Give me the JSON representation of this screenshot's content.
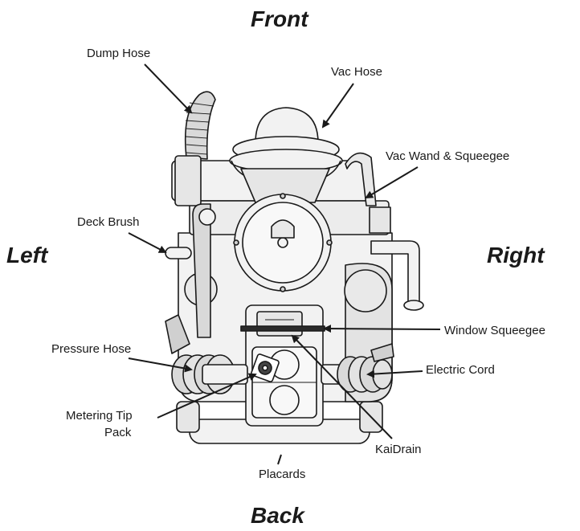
{
  "directions": {
    "front": "Front",
    "back": "Back",
    "left": "Left",
    "right": "Right"
  },
  "labels": {
    "dump_hose": "Dump Hose",
    "vac_hose": "Vac Hose",
    "vac_wand": "Vac Wand & Squeegee",
    "deck_brush": "Deck Brush",
    "window_squeegee": "Window Squeegee",
    "pressure_hose": "Pressure Hose",
    "electric_cord": "Electric Cord",
    "metering_tip_1": "Metering Tip",
    "metering_tip_2": "Pack",
    "kaidrain": "KaiDrain",
    "placards": "Placards"
  },
  "colors": {
    "outline": "#1a1a1a",
    "body_fill": "#f2f2f2",
    "shade": "#d9d9d9",
    "dark_shade": "#bdbdbd"
  }
}
